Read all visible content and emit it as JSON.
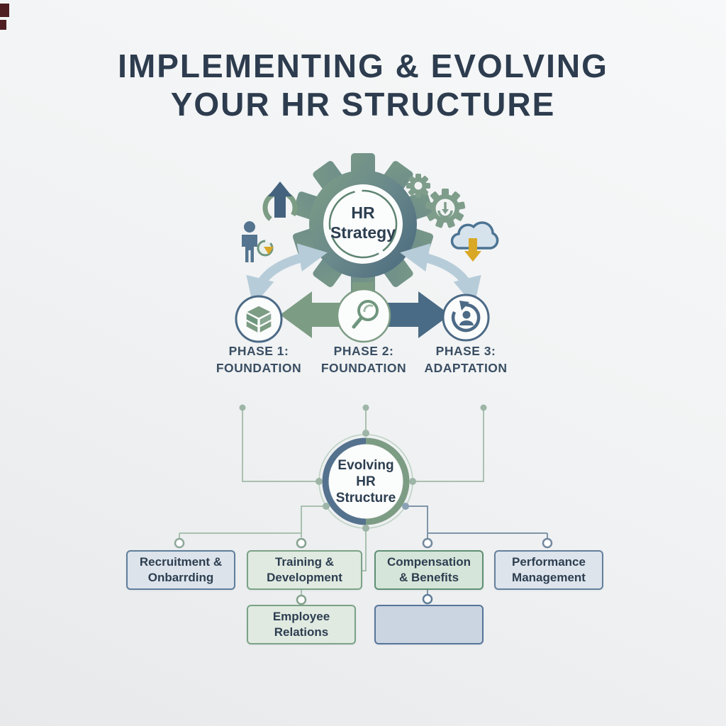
{
  "title": {
    "line1": "IMPLEMENTING & EVOLVING",
    "line2": "YOUR HR STRUCTURE"
  },
  "hub": {
    "line1": "HR",
    "line2": "Strategy"
  },
  "phases": [
    {
      "line1": "PHASE 1:",
      "line2": "FOUNDATION",
      "icon": "building-blocks-icon"
    },
    {
      "line1": "PHASE 2:",
      "line2": "FOUNDATION",
      "icon": "magnifier-icon"
    },
    {
      "line1": "PHASE 3:",
      "line2": "ADAPTATION",
      "icon": "refresh-person-icon"
    }
  ],
  "center_node": {
    "line1": "Evolving",
    "line2": "HR",
    "line3": "Structure"
  },
  "departments": [
    {
      "line1": "Recruitment &",
      "line2": "Onbarrding"
    },
    {
      "line1": "Training &",
      "line2": "Development"
    },
    {
      "line1": "Compensation",
      "line2": "& Benefits"
    },
    {
      "line1": "Performance",
      "line2": "Management"
    },
    {
      "line1": "Employee",
      "line2": "Relations"
    },
    {
      "line1": "",
      "line2": ""
    }
  ],
  "icons": {
    "hub": "hr-strategy-gear-icon",
    "top_left": [
      "up-arrow-crescent-icon",
      "person-icon",
      "recycle-globe-icon"
    ],
    "top_right": [
      "small-gear-icon",
      "gear-download-icon",
      "cloud-download-icon"
    ],
    "flow": [
      "curved-double-arrow-left-icon",
      "curved-double-arrow-right-icon",
      "horizontal-double-arrow-icon"
    ]
  },
  "colors": {
    "title_text": "#2d3c4e",
    "gear_green": "#7d9c84",
    "gear_blue": "#41607c",
    "light_blue_arrow": "#b7ccd9",
    "accent_gold": "#d9a827",
    "box_blue_border": "#5e7e9b",
    "box_green_border": "#7ba287",
    "connector_green": "#a9c0b0",
    "connector_blue": "#8195a9",
    "background": "#f1f3f4"
  }
}
